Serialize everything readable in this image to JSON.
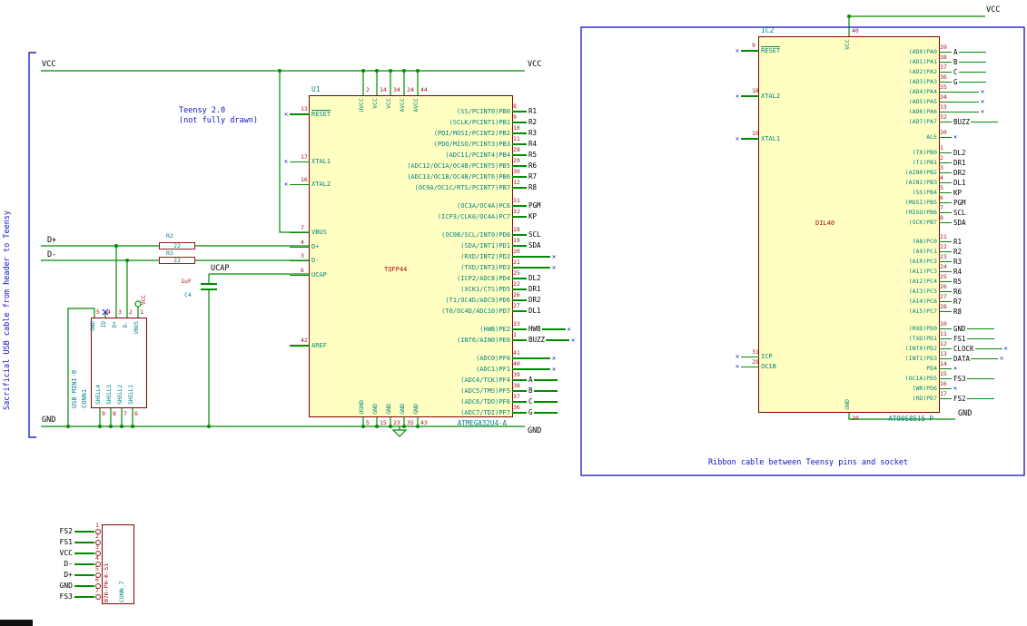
{
  "colors": {
    "wire": "#008C00",
    "component_outline": "#840000",
    "component_fill": "#FFFFC2",
    "pin_name": "#008484",
    "pin_number": "#9C1A1A",
    "net_label": "#000000",
    "annotation_blue": "#1212C8"
  },
  "icons": {
    "no_connect": "✕",
    "junction": "●"
  },
  "annotations": {
    "left_note": "Sacrificial USB cable from header to Teensy",
    "teensy_line1": "Teensy 2.0",
    "teensy_line2": "(not fully drawn)",
    "ribbon_note": "Ribbon cable between Teensy pins and socket"
  },
  "nets": {
    "vcc": "VCC",
    "gnd": "GND",
    "dplus": "D+",
    "dminus": "D-",
    "ucap": "UCAP"
  },
  "u1": {
    "ref": "U1",
    "value": "ATMEGA32U4-A",
    "footprint": "TQFP44",
    "top_pins": [
      {
        "num": "2",
        "name": "UVCC"
      },
      {
        "num": "14",
        "name": "VCC"
      },
      {
        "num": "34",
        "name": "VCC"
      },
      {
        "num": "24",
        "name": "AVCC"
      },
      {
        "num": "44",
        "name": "AVCC"
      }
    ],
    "bottom_pins": [
      {
        "num": "5",
        "name": "UGND"
      },
      {
        "num": "15",
        "name": "GND"
      },
      {
        "num": "23",
        "name": "GND"
      },
      {
        "num": "35",
        "name": "GND"
      },
      {
        "num": "43",
        "name": "GND"
      }
    ],
    "left_g1": [
      {
        "num": "13",
        "name": "RESET",
        "nc": true,
        "ov": true
      }
    ],
    "left_g2": [
      {
        "num": "17",
        "name": "XTAL1",
        "nc": true
      },
      {
        "num": "16",
        "name": "XTAL2",
        "nc": true
      }
    ],
    "left_g3": [
      {
        "num": "7",
        "name": "VBUS"
      },
      {
        "num": "4",
        "name": "D+"
      },
      {
        "num": "3",
        "name": "D-"
      },
      {
        "num": "6",
        "name": "UCAP"
      }
    ],
    "left_g4": [
      {
        "num": "42",
        "name": "AREF"
      }
    ],
    "right_pb": [
      {
        "num": "8",
        "name": "(SS/PCINT0)PB0",
        "label": "R1"
      },
      {
        "num": "9",
        "name": "(SCLK/PCINT1)PB1",
        "label": "R2"
      },
      {
        "num": "10",
        "name": "(PDI/MOSI/PCINT2)PB2",
        "label": "R3"
      },
      {
        "num": "11",
        "name": "(PDO/MISO/PCINT3)PB3",
        "label": "R4"
      },
      {
        "num": "28",
        "name": "(ADC11/PCINT4)PB4",
        "label": "R5"
      },
      {
        "num": "29",
        "name": "(ADC12/OC1A/OC4B/PCINT5)PB5",
        "label": "R6"
      },
      {
        "num": "30",
        "name": "(ADC13/OC1B/OC4B/PCINT6)PB6",
        "label": "R7"
      },
      {
        "num": "12",
        "name": "(OC0A/OC1C/RTS/PCINT7)PB7",
        "label": "R8"
      }
    ],
    "right_pc": [
      {
        "num": "31",
        "name": "(OC3A/OC4A)PC6",
        "label": "PGM"
      },
      {
        "num": "32",
        "name": "(ICP3/CLK0/OC4A)PC7",
        "label": "KP"
      }
    ],
    "right_pd": [
      {
        "num": "18",
        "name": "(OC0B/SCL/INT0)PD0",
        "label": "SCL"
      },
      {
        "num": "19",
        "name": "(SDA/INT1)PD1",
        "label": "SDA"
      },
      {
        "num": "20",
        "name": "(RXD/INT2)PD2",
        "nc": true,
        "ext": true
      },
      {
        "num": "21",
        "name": "(TXD/INT3)PD3",
        "nc": true,
        "ext": true
      },
      {
        "num": "25",
        "name": "(ICP2/ADC8)PD4",
        "label": "DL2"
      },
      {
        "num": "22",
        "name": "(XCK1/CTS)PD5",
        "label": "DR1"
      },
      {
        "num": "26",
        "name": "(T1/OC4D/ADC9)PD6",
        "label": "DR2"
      },
      {
        "num": "27",
        "name": "(T0/OC4D/ADC10)PD7",
        "label": "DL1"
      }
    ],
    "right_pe": [
      {
        "num": "33",
        "name": "(HWB)PE2",
        "label": "HWB",
        "nc": true,
        "ext": true
      },
      {
        "num": "1",
        "name": "(INT6/AIN0)PE6",
        "label": "BUZZ",
        "nc": true,
        "ext": true
      }
    ],
    "right_pf": [
      {
        "num": "41",
        "name": "(ADC0)PF0",
        "nc": true,
        "ext": true
      },
      {
        "num": "40",
        "name": "(ADC1)PF1",
        "nc": true,
        "ext": true
      },
      {
        "num": "39",
        "name": "(ADC4/TCK)PF4",
        "label": "A",
        "ext": true
      },
      {
        "num": "38",
        "name": "(ADC5/TMS)PF5",
        "label": "B",
        "ext": true
      },
      {
        "num": "37",
        "name": "(ADC6/TDO)PF6",
        "label": "C",
        "ext": true
      },
      {
        "num": "36",
        "name": "(ADC7/TDI)PF7",
        "label": "G",
        "ext": true
      }
    ]
  },
  "ic2": {
    "ref": "IC2",
    "value": "AT90S8515-P",
    "footprint": "DIL40",
    "top_pins": [
      {
        "num": "40",
        "name": "VCC"
      }
    ],
    "bottom_pins": [
      {
        "num": "20",
        "name": "GND"
      }
    ],
    "left_g1": [
      {
        "num": "9",
        "name": "RESET",
        "nc": true,
        "ov": true
      }
    ],
    "left_g2": [
      {
        "num": "18",
        "name": "XTAL2",
        "nc": true
      }
    ],
    "left_g3": [
      {
        "num": "19",
        "name": "XTAL1",
        "nc": true
      }
    ],
    "left_g4": [
      {
        "num": "31",
        "name": "ICP",
        "nc": true
      },
      {
        "num": "29",
        "name": "OC1B",
        "nc": true
      }
    ],
    "right_pa": [
      {
        "num": "39",
        "name": "(AD0)PA0",
        "label": "A",
        "ext": true
      },
      {
        "num": "38",
        "name": "(AD1)PA1",
        "label": "B",
        "ext": true
      },
      {
        "num": "37",
        "name": "(AD2)PA2",
        "label": "C",
        "ext": true
      },
      {
        "num": "36",
        "name": "(AD3)PA3",
        "label": "G",
        "ext": true
      },
      {
        "num": "35",
        "name": "(AD4)PA4",
        "nc": true,
        "ext": true
      },
      {
        "num": "34",
        "name": "(AD5)PA5",
        "nc": true,
        "ext": true
      },
      {
        "num": "33",
        "name": "(AD6)PA6",
        "nc": true,
        "ext": true
      },
      {
        "num": "32",
        "name": "(AD7)PA7",
        "label": "BUZZ",
        "ext": true
      }
    ],
    "right_ale": [
      {
        "num": "30",
        "name": "ALE",
        "nc": true
      }
    ],
    "right_pb": [
      {
        "num": "1",
        "name": "(T0)PB0",
        "label": "DL2"
      },
      {
        "num": "2",
        "name": "(T1)PB1",
        "label": "DR1"
      },
      {
        "num": "3",
        "name": "(AIN0)PB2",
        "label": "DR2"
      },
      {
        "num": "4",
        "name": "(AIN1)PB3",
        "label": "DL1"
      },
      {
        "num": "5",
        "name": "(SS)PB4",
        "label": "KP"
      },
      {
        "num": "6",
        "name": "(MOSI)PB5",
        "label": "PGM"
      },
      {
        "num": "7",
        "name": "(MISO)PB6",
        "label": "SCL"
      },
      {
        "num": "8",
        "name": "(SCK)PB7",
        "label": "SDA"
      }
    ],
    "right_pc": [
      {
        "num": "21",
        "name": "(A8)PC0",
        "label": "R1"
      },
      {
        "num": "22",
        "name": "(A9)PC1",
        "label": "R2"
      },
      {
        "num": "23",
        "name": "(A10)PC2",
        "label": "R3"
      },
      {
        "num": "24",
        "name": "(A11)PC3",
        "label": "R4"
      },
      {
        "num": "25",
        "name": "(A12)PC4",
        "label": "R5"
      },
      {
        "num": "26",
        "name": "(A13)PC5",
        "label": "R6"
      },
      {
        "num": "27",
        "name": "(A14)PC6",
        "label": "R7"
      },
      {
        "num": "28",
        "name": "(A15)PC7",
        "label": "R8"
      }
    ],
    "right_pd": [
      {
        "num": "10",
        "name": "(RXD)PD0",
        "label": "GND",
        "ext": true
      },
      {
        "num": "11",
        "name": "(TXD)PD1",
        "label": "FS1",
        "ext": true
      },
      {
        "num": "12",
        "name": "(INT0)PD2",
        "label": "CLOCK",
        "nc": true,
        "ext": true
      },
      {
        "num": "13",
        "name": "(INT1)PD3",
        "label": "DATA",
        "nc": true,
        "ext": true
      },
      {
        "num": "14",
        "name": "PD4",
        "nc": true
      },
      {
        "num": "15",
        "name": "(OC1A)PD5",
        "label": "FS3",
        "ext": true
      },
      {
        "num": "16",
        "name": "(WR)PD6",
        "nc": true
      },
      {
        "num": "17",
        "name": "(RD)PD7",
        "label": "FS2",
        "ext": true
      }
    ]
  },
  "r2": {
    "ref": "R2",
    "value": "22"
  },
  "r3": {
    "ref": "R3",
    "value": "22"
  },
  "c4": {
    "ref": "C4",
    "value": "1uF"
  },
  "conn1": {
    "ref": "CONN1",
    "value": "USB-MINI-B",
    "pins": [
      {
        "num": "5",
        "name": "GND"
      },
      {
        "num": "4",
        "name": "ID"
      },
      {
        "num": "3",
        "name": "D+"
      },
      {
        "num": "2",
        "name": "D-"
      },
      {
        "num": "1",
        "name": "VBUS"
      }
    ],
    "shells": [
      {
        "num": "9",
        "name": "SHELL4"
      },
      {
        "num": "8",
        "name": "SHELL3"
      },
      {
        "num": "7",
        "name": "SHELL2"
      },
      {
        "num": "6",
        "name": "SHELL1"
      }
    ]
  },
  "conn7": {
    "ref": "CONN_7",
    "value": "B7K-PH-K-S1",
    "rows": [
      {
        "label": "FS2",
        "num": "1"
      },
      {
        "label": "FS1",
        "num": "2"
      },
      {
        "label": "VCC",
        "num": "3"
      },
      {
        "label": "D-",
        "num": "4"
      },
      {
        "label": "D+",
        "num": "5"
      },
      {
        "label": "GND",
        "num": "6"
      },
      {
        "label": "FS3",
        "num": "7"
      }
    ]
  }
}
